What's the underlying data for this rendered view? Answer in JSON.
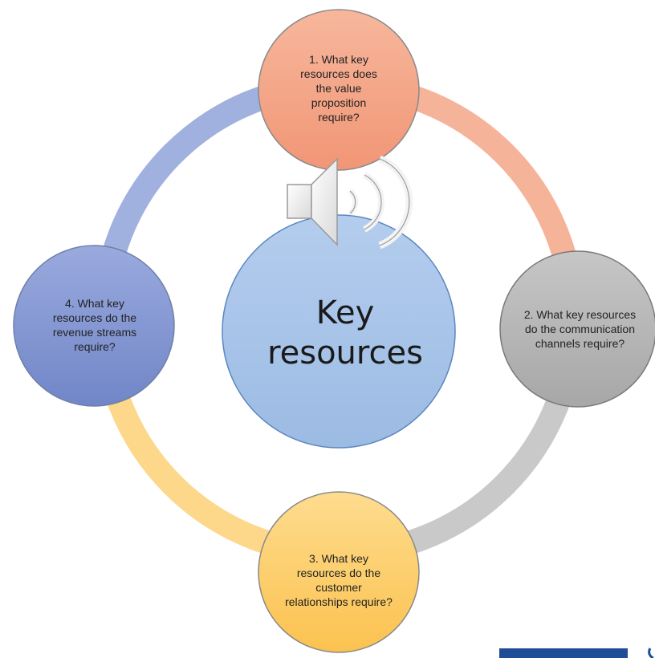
{
  "center": {
    "line1": "Key",
    "line2": "resources"
  },
  "nodes": [
    {
      "id": "top",
      "text": "1. What key resources does the value proposition require?",
      "color": "#f4a583"
    },
    {
      "id": "right",
      "text": "2. What key resources do the communication channels require?",
      "color": "#b5b5b5"
    },
    {
      "id": "bottom",
      "text": "3. What key resources do the customer relationships require?",
      "color": "#fccc6a"
    },
    {
      "id": "left",
      "text": "4. What key resources do the revenue streams require?",
      "color": "#8297d2"
    }
  ],
  "icons": {
    "speaker": "speaker-icon"
  },
  "colors": {
    "center_fill": "#a9c4e8",
    "ring_top_right": "#f4b49b",
    "ring_bottom_right": "#c9c9c9",
    "ring_bottom_left": "#fcd88b",
    "ring_top_left": "#9fb0de",
    "brand_bar": "#1f4e96"
  }
}
